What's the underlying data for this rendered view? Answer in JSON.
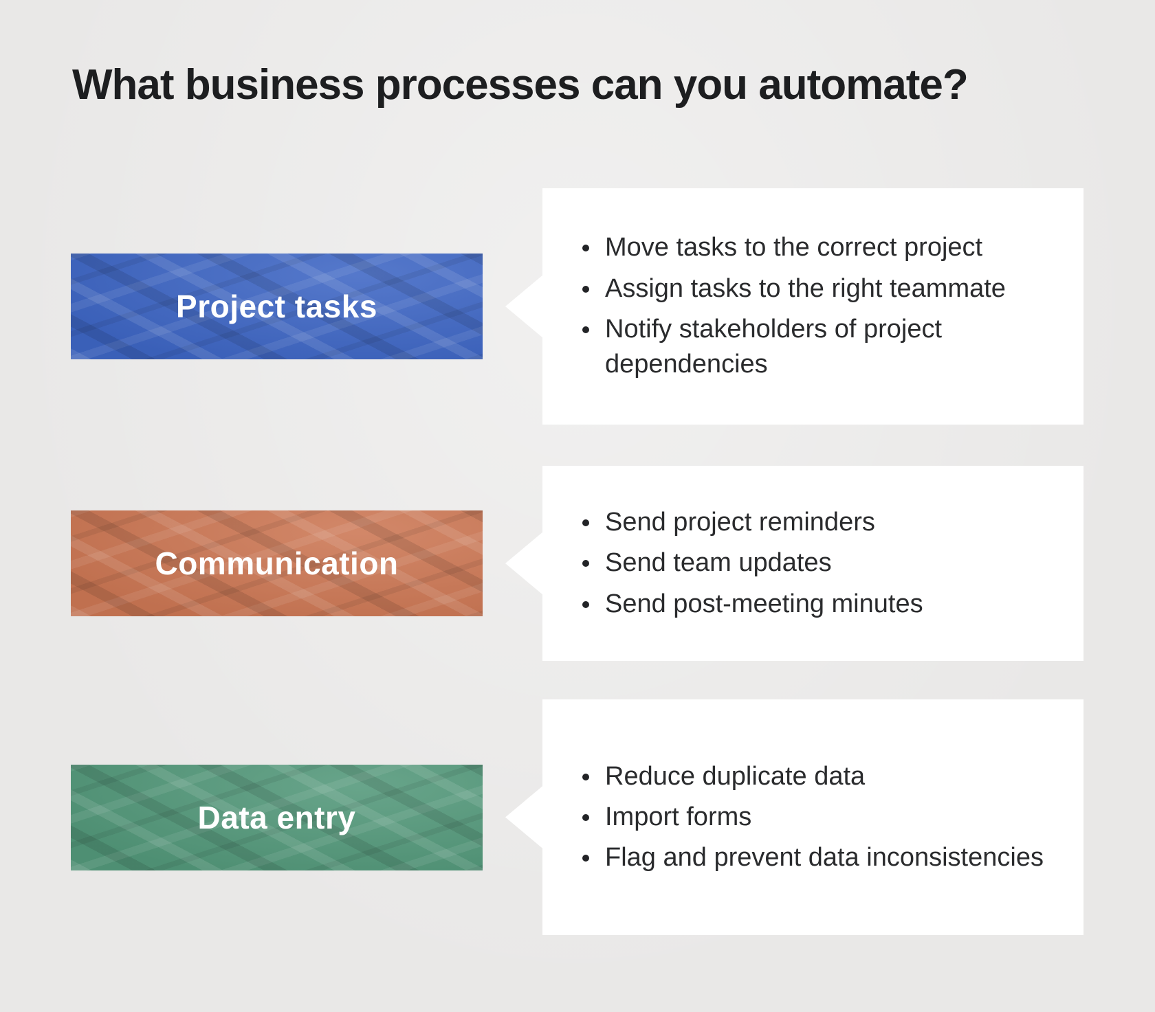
{
  "title": "What business processes can you automate?",
  "background_color": "#e9e8e7",
  "text_color": "#2a2b2d",
  "title_color": "#1d1e20",
  "rows": [
    {
      "label": "Project tasks",
      "color": "#3e66c4",
      "bullets": [
        "Move tasks to the correct project",
        "Assign tasks to the right teammate",
        "Notify stakeholders of project dependencies"
      ]
    },
    {
      "label": "Communication",
      "color": "#cc7754",
      "bullets": [
        "Send project reminders",
        "Send team updates",
        "Send post-meeting minutes"
      ]
    },
    {
      "label": "Data entry",
      "color": "#53987a",
      "bullets": [
        "Reduce duplicate data",
        "Import forms",
        "Flag and prevent data inconsistencies"
      ]
    }
  ]
}
